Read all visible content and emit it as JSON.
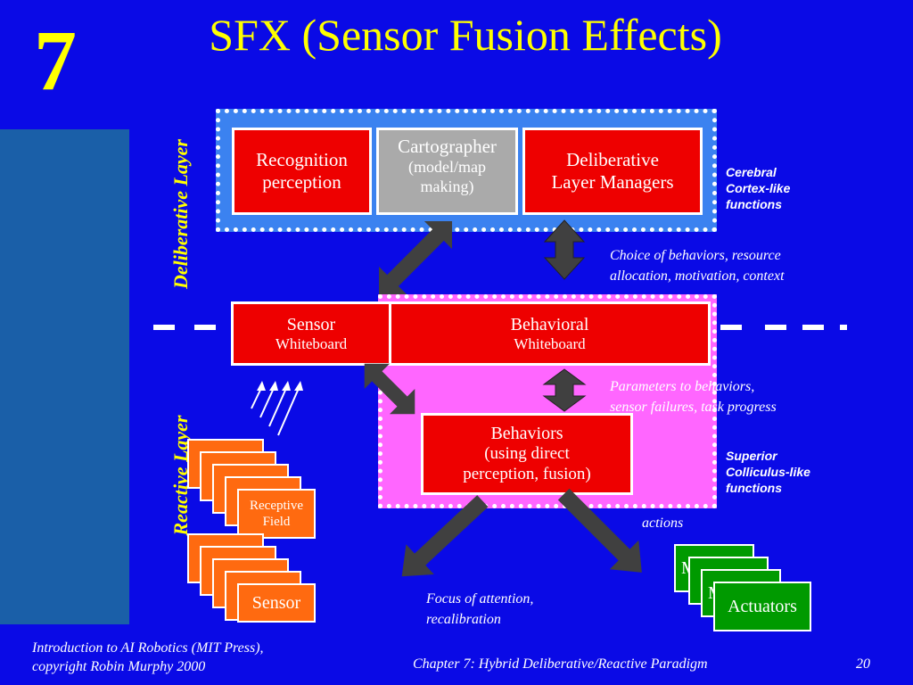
{
  "slide": {
    "chapter_number": "7",
    "title": "SFX (Sensor Fusion Effects)",
    "page_number": "20"
  },
  "layers": {
    "deliberative": "Deliberative Layer",
    "reactive": "Reactive Layer"
  },
  "boxes": {
    "recognition": {
      "line1": "Recognition",
      "line2": "perception"
    },
    "cartographer": {
      "line1": "Cartographer",
      "line2": "(model/map",
      "line3": "making)"
    },
    "deliberative_managers": {
      "line1": "Deliberative",
      "line2": "Layer Managers"
    },
    "sensor_whiteboard": {
      "line1": "Sensor",
      "line2": "Whiteboard"
    },
    "behavioral_whiteboard": {
      "line1": "Behavioral",
      "line2": "Whiteboard"
    },
    "behaviors": {
      "line1": "Behaviors",
      "line2": "(using direct",
      "line3": "perception, fusion)"
    },
    "receptive_field": {
      "line1": "Receptive",
      "line2": "Field"
    },
    "sensor": "Sensor",
    "actuators": "Actuators",
    "partial_m1": "M",
    "partial_m2": "M"
  },
  "annotations": {
    "cerebral": [
      "Cerebral",
      "Cortex-like",
      "functions"
    ],
    "choice": [
      "Choice of behaviors, resource",
      "allocation, motivation, context"
    ],
    "parameters": [
      "Parameters to behaviors,",
      "sensor failures, task progress"
    ],
    "superior": [
      "Superior",
      "Colliculus-like",
      "functions"
    ],
    "actions": "actions",
    "focus": [
      "Focus of attention,",
      "recalibration"
    ]
  },
  "footer": {
    "left": [
      "Introduction to AI Robotics (MIT Press),",
      "copyright Robin Murphy 2000"
    ],
    "center": "Chapter 7: Hybrid Deliberative/Reactive Paradigm"
  },
  "colors": {
    "background": "#0a0ae6",
    "title": "#ffff00",
    "box_red": "#ee0000",
    "box_gray": "#aaaaaa",
    "sensor_orange": "#ff6a10",
    "actuator_green": "#009a00",
    "deliberative_panel": "#3b82f0",
    "reactive_panel": "#ff66ff"
  }
}
